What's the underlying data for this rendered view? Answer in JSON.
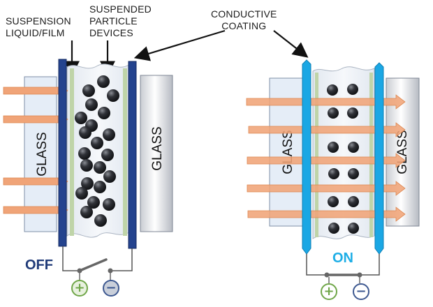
{
  "callouts": {
    "suspension": "SUSPENSION\nLIQUID/FILM",
    "particles": "SUSPENDED\nPARTICLE\nDEVICES",
    "coating": "CONDUCTIVE\nCOATING"
  },
  "left_panel": {
    "glass_left": "GLASS",
    "glass_right": "GLASS",
    "state": "OFF",
    "state_color": "#1f3a78",
    "plus": "+",
    "minus": "−"
  },
  "right_panel": {
    "glass_left": "GLASS",
    "glass_right": "GLASS",
    "state": "ON",
    "state_color": "#1eaee6",
    "plus": "+",
    "minus": "−"
  },
  "colors": {
    "electrode_off": "#24438e",
    "electrode_on": "#1aa7e4",
    "arrow": "#f0a478",
    "terminal_plus": "#6fa648",
    "terminal_minus": "#3d5890"
  }
}
